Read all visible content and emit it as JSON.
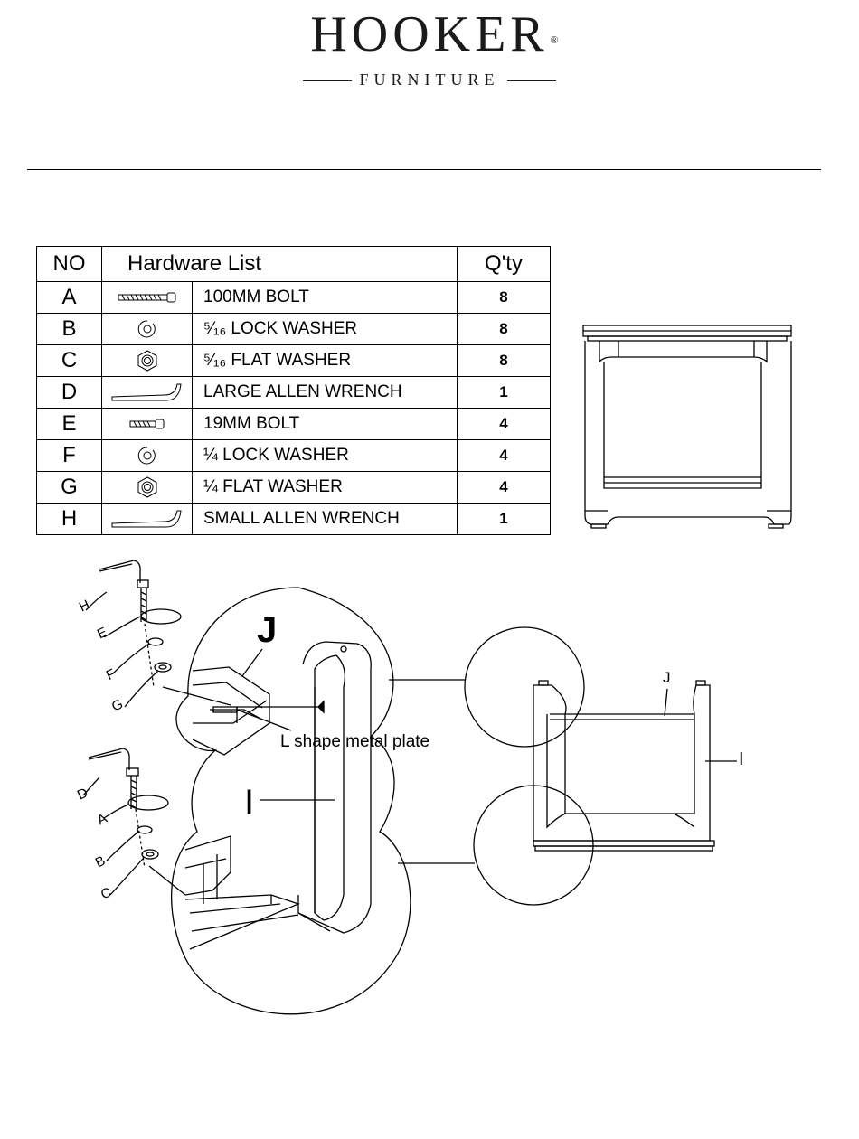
{
  "header": {
    "brand": "HOOKER",
    "registered_mark": "®",
    "subbrand": "FURNITURE"
  },
  "hardware_table": {
    "col_no": "NO",
    "col_list": "Hardware List",
    "col_qty": "Q'ty",
    "rows": [
      {
        "no": "A",
        "name": "100MM BOLT",
        "qty": "8",
        "icon": "long-bolt-icon"
      },
      {
        "no": "B",
        "name": "⁵⁄₁₆ LOCK WASHER",
        "qty": "8",
        "icon": "lock-washer-icon"
      },
      {
        "no": "C",
        "name": "⁵⁄₁₆ FLAT WASHER",
        "qty": "8",
        "icon": "flat-washer-icon"
      },
      {
        "no": "D",
        "name": "LARGE ALLEN WRENCH",
        "qty": "1",
        "icon": "allen-wrench-icon"
      },
      {
        "no": "E",
        "name": "19MM BOLT",
        "qty": "4",
        "icon": "short-bolt-icon"
      },
      {
        "no": "F",
        "name": "¼ LOCK WASHER",
        "qty": "4",
        "icon": "lock-washer-icon"
      },
      {
        "no": "G",
        "name": "¼ FLAT WASHER",
        "qty": "4",
        "icon": "flat-washer-icon"
      },
      {
        "no": "H",
        "name": "SMALL ALLEN WRENCH",
        "qty": "1",
        "icon": "allen-wrench-icon"
      }
    ]
  },
  "diagram": {
    "label_j_detail": "J",
    "label_i_detail": "I",
    "plate_label": "L shape metal plate",
    "label_j_overview": "J",
    "label_i_overview": "I",
    "part_labels": {
      "upper": [
        "H",
        "E",
        "F",
        "G"
      ],
      "lower": [
        "D",
        "A",
        "B",
        "C"
      ]
    }
  }
}
